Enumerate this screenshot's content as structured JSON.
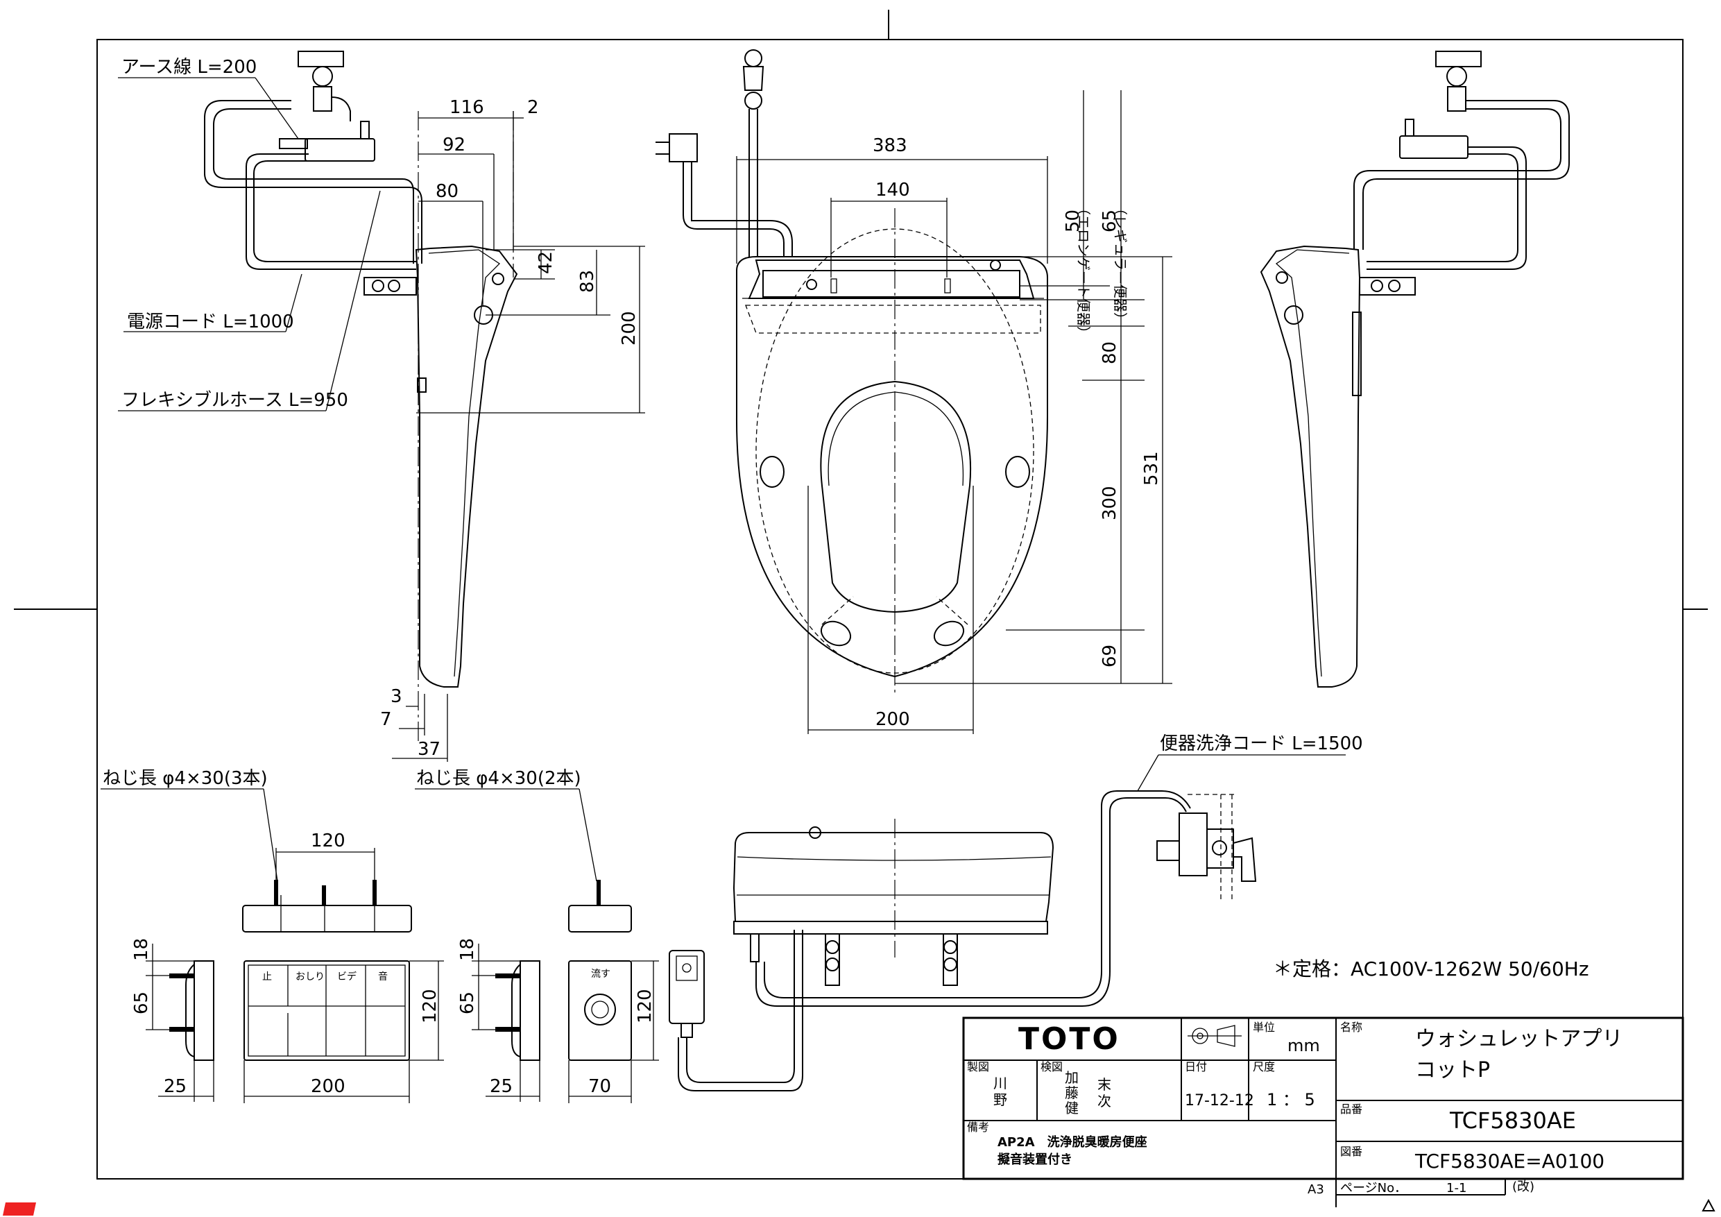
{
  "drawing": {
    "side_view": {
      "earth_wire": "アース線 L=200",
      "power_cord": "電源コード L=1000",
      "flex_hose": "フレキシブルホース L=950",
      "dim_116": "116",
      "dim_2": "2",
      "dim_92": "92",
      "dim_80": "80",
      "dim_42": "42",
      "dim_83": "83",
      "dim_200": "200",
      "dim_3": "3",
      "dim_7": "7",
      "dim_37": "37"
    },
    "top_view": {
      "dim_383": "383",
      "dim_140": "140",
      "dim_200": "200",
      "dim_50": "50",
      "note_elongated": "（エロンゲート便器）",
      "dim_65": "65",
      "note_regular": "（レギュラー便器）",
      "dim_80": "80",
      "dim_300": "300",
      "dim_69": "69",
      "dim_531": "531"
    },
    "remote": {
      "screw_3": "ねじ長 φ4×30(3本)",
      "screw_2": "ねじ長 φ4×30(2本)",
      "dim_120_a": "120",
      "dim_18_a": "18",
      "dim_65_a": "65",
      "dim_25_a": "25",
      "dim_200": "200",
      "dim_120_b": "120",
      "dim_18_b": "18",
      "dim_65_b": "65",
      "dim_25_b": "25",
      "dim_70": "70",
      "dim_120_c": "120",
      "buttons_top": [
        "止",
        "おしり",
        "ビデ",
        "音"
      ],
      "flush_label": "流す"
    },
    "front_view": {
      "flush_cord": "便器洗浄コード L=1500",
      "rating": "＊定格：AC100V-1262W 50/60Hz"
    }
  },
  "title_block": {
    "brand": "TOTO",
    "unit_label": "単位",
    "unit": "mm",
    "name_label": "名称",
    "name_line1": "ウォシュレットアプリ",
    "name_line2": "コットP",
    "drawn_label": "製図",
    "drawn_by_1": "川",
    "drawn_by_2": "野",
    "checked_label": "検図",
    "checked_by": [
      "加",
      "藤",
      "健",
      "末",
      "次"
    ],
    "date_label": "日付",
    "date": "17-12-12",
    "scale_label": "尺度",
    "scale": "1 ： 5",
    "part_label": "品番",
    "part_no": "TCF5830AE",
    "remarks_label": "備考",
    "remarks_1": "AP2A　洗浄脱臭暖房便座",
    "remarks_2": "擬音装置付き",
    "drawing_label": "図番",
    "drawing_no": "TCF5830AE=A0100",
    "sheet_size": "A3",
    "page_label": "ページNo．",
    "page": "1-1",
    "rev_label": "(改)"
  }
}
